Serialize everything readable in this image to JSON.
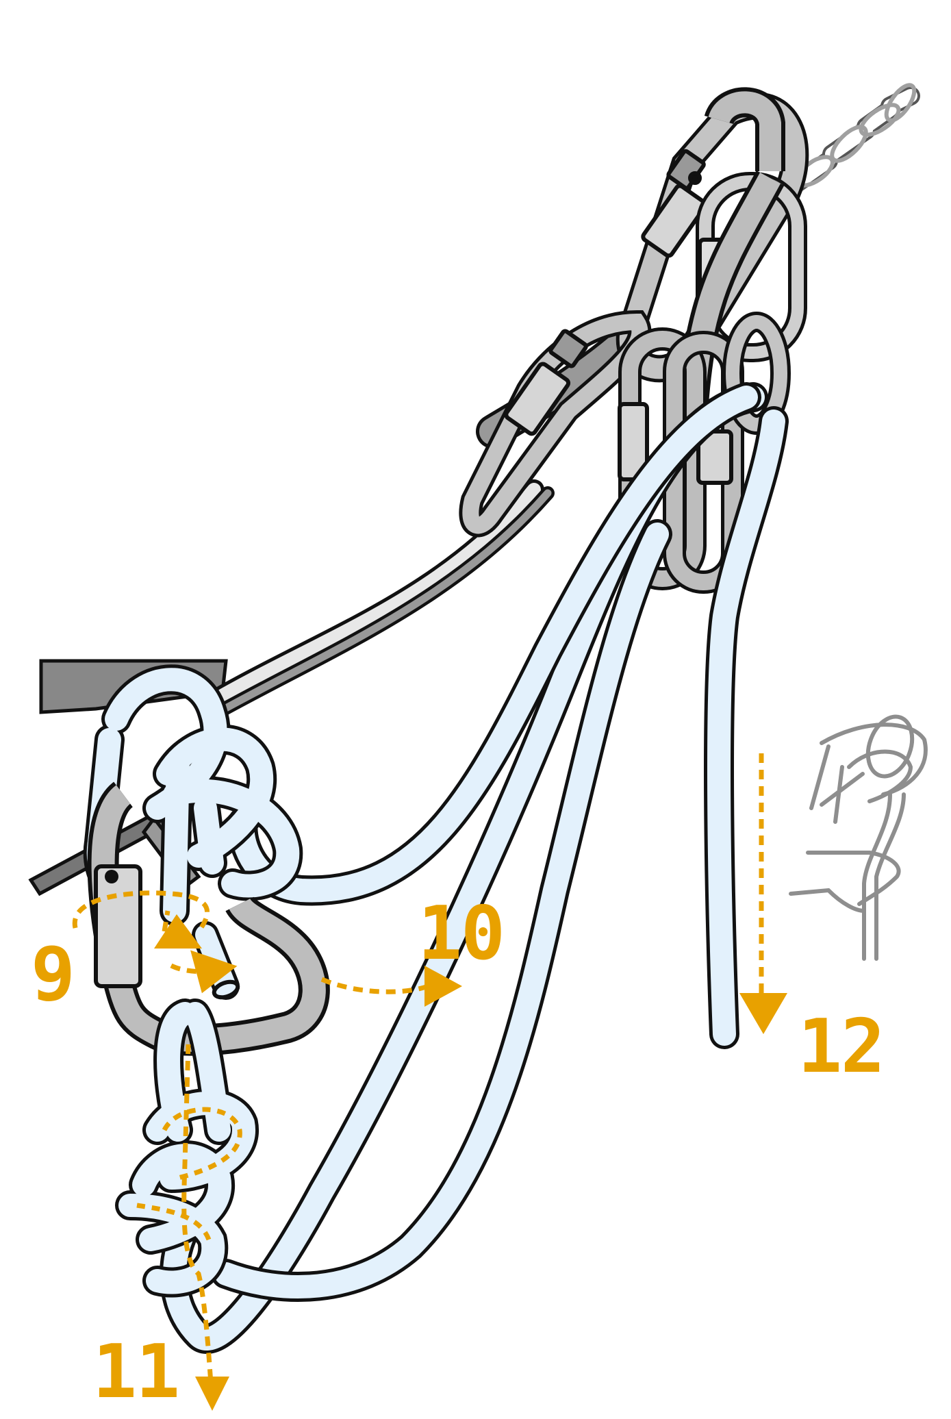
{
  "steps": [
    {
      "id": "9",
      "label": "9"
    },
    {
      "id": "10",
      "label": "10"
    },
    {
      "id": "11",
      "label": "11"
    },
    {
      "id": "12",
      "label": "12"
    }
  ],
  "colors": {
    "accent": "#E8A100",
    "rope_fill": "#E3F1FC",
    "metal_fill": "#BDBDBD",
    "metal_dark": "#8E8E8E",
    "outline": "#111111",
    "chain": "#A0A0A0",
    "background": "#FFFFFF"
  },
  "icons": [
    "anchor-chain-icon",
    "screwgate-carabiner-icon",
    "harness-belay-loop-icon",
    "figure-eight-knot-icon",
    "hand-pulling-rope-icon"
  ]
}
